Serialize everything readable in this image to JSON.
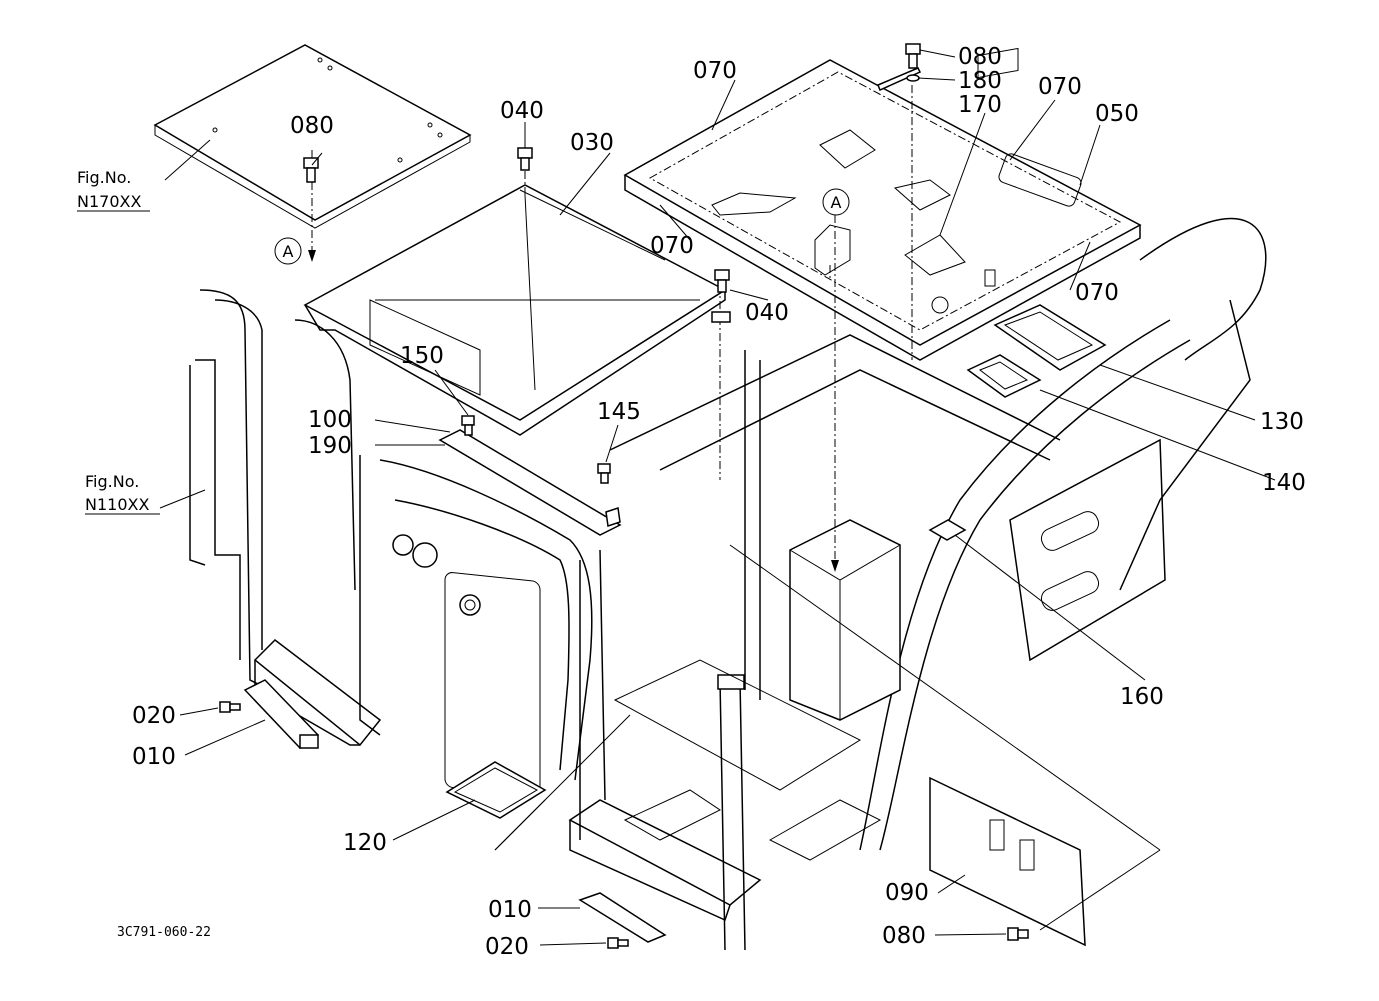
{
  "diagram": {
    "drawing_number": "3C791-060-22",
    "fig_refs": [
      {
        "line1": "Fig.No.",
        "line2": "N170XX"
      },
      {
        "line1": "Fig.No.",
        "line2": "N110XX"
      }
    ],
    "view_marker": "A",
    "part_labels": [
      {
        "id": "p080a",
        "text": "080"
      },
      {
        "id": "p040a",
        "text": "040"
      },
      {
        "id": "p030",
        "text": "030"
      },
      {
        "id": "p070a",
        "text": "070"
      },
      {
        "id": "p080b",
        "text": "080"
      },
      {
        "id": "p180",
        "text": "180"
      },
      {
        "id": "p170",
        "text": "170"
      },
      {
        "id": "p070b",
        "text": "070"
      },
      {
        "id": "p050",
        "text": "050"
      },
      {
        "id": "p070c",
        "text": "070"
      },
      {
        "id": "p070d",
        "text": "070"
      },
      {
        "id": "p040b",
        "text": "040"
      },
      {
        "id": "p150",
        "text": "150"
      },
      {
        "id": "p100",
        "text": "100"
      },
      {
        "id": "p190",
        "text": "190"
      },
      {
        "id": "p145",
        "text": "145"
      },
      {
        "id": "p130",
        "text": "130"
      },
      {
        "id": "p140",
        "text": "140"
      },
      {
        "id": "p160",
        "text": "160"
      },
      {
        "id": "p020a",
        "text": "020"
      },
      {
        "id": "p010a",
        "text": "010"
      },
      {
        "id": "p120",
        "text": "120"
      },
      {
        "id": "p090",
        "text": "090"
      },
      {
        "id": "p010b",
        "text": "010"
      },
      {
        "id": "p080c",
        "text": "080"
      },
      {
        "id": "p020b",
        "text": "020"
      }
    ]
  }
}
